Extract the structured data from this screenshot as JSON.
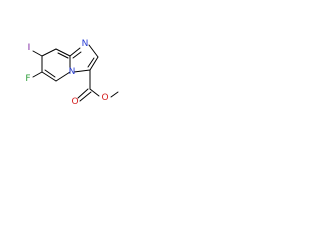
{
  "molecule": {
    "atoms": {
      "iodine": {
        "symbol": "I",
        "color": "#7a1fa0"
      },
      "fluorine": {
        "symbol": "F",
        "color": "#2e9e3a"
      },
      "imidazole_nitrogen": {
        "symbol": "N",
        "color": "#2b3fd6"
      },
      "bridgehead_nitrogen": {
        "symbol": "N",
        "color": "#2b3fd6"
      },
      "carbonyl_oxygen": {
        "symbol": "O",
        "color": "#d42020"
      },
      "ester_oxygen": {
        "symbol": "O",
        "color": "#d42020"
      }
    },
    "bond_color": "#000000"
  }
}
